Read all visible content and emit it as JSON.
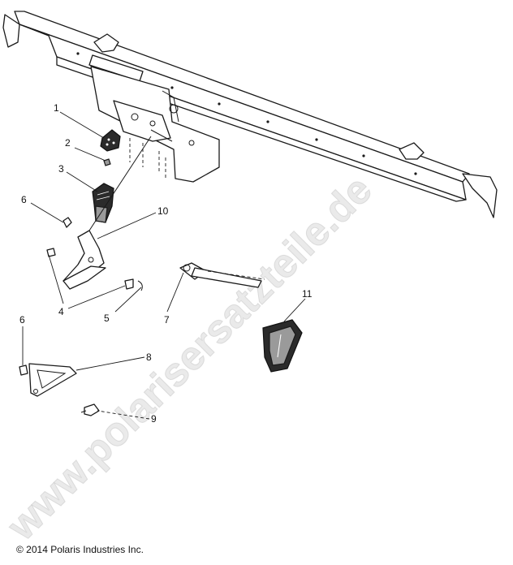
{
  "watermark": "www.polarisersatzteile.de",
  "copyright": "© 2014 Polaris Industries Inc.",
  "callouts": {
    "c1": "1",
    "c2": "2",
    "c3": "3",
    "c4": "4",
    "c5": "5",
    "c6a": "6",
    "c6b": "6",
    "c7": "7",
    "c8": "8",
    "c9": "9",
    "c10": "10",
    "c11": "11"
  }
}
